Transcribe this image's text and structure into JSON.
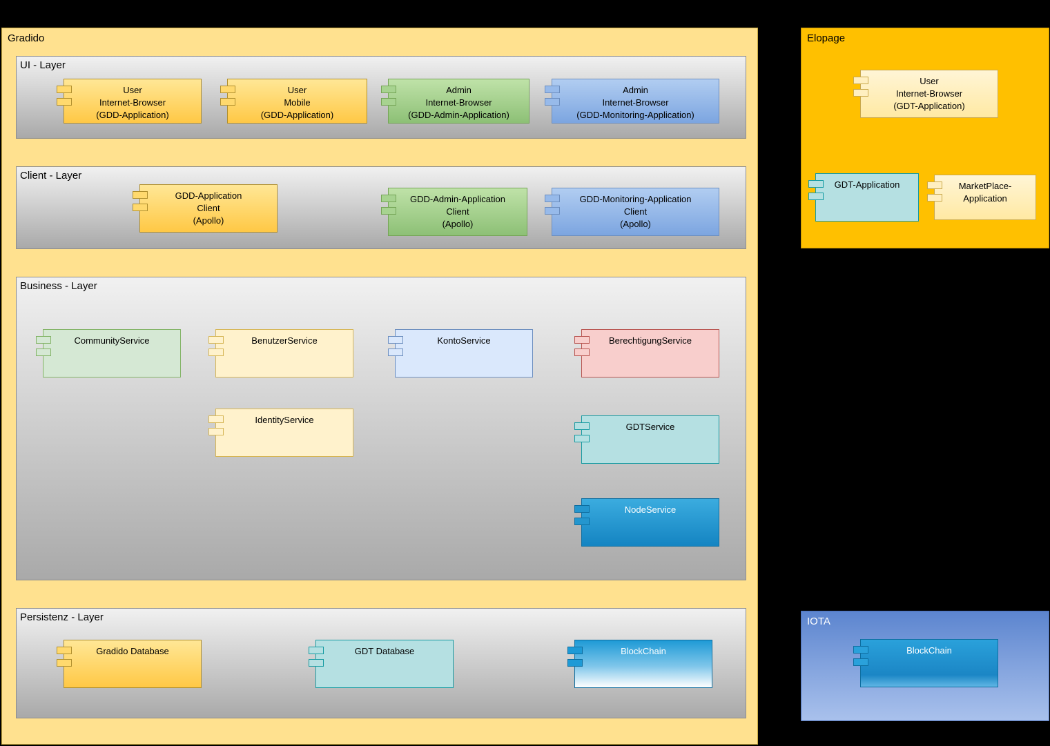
{
  "gradido": {
    "label": "Gradido",
    "layers": {
      "ui": {
        "label": "UI - Layer"
      },
      "client": {
        "label": "Client - Layer"
      },
      "business": {
        "label": "Business - Layer"
      },
      "persistenz": {
        "label": "Persistenz - Layer"
      }
    },
    "components": {
      "user_browser": {
        "label": "User\nInternet-Browser\n(GDD-Application)"
      },
      "user_mobile": {
        "label": "User\nMobile\n(GDD-Application)"
      },
      "admin_browser": {
        "label": "Admin\nInternet-Browser\n(GDD-Admin-Application)"
      },
      "admin_monitoring_browser": {
        "label": "Admin\nInternet-Browser\n(GDD-Monitoring-Application)"
      },
      "gdd_client": {
        "label": "GDD-Application\nClient\n(Apollo)"
      },
      "gdd_admin_client": {
        "label": "GDD-Admin-Application\nClient\n(Apollo)"
      },
      "gdd_monitoring_client": {
        "label": "GDD-Monitoring-Application\nClient\n(Apollo)"
      },
      "community_service": {
        "label": "CommunityService"
      },
      "benutzer_service": {
        "label": "BenutzerService"
      },
      "konto_service": {
        "label": "KontoService"
      },
      "berechtigung_service": {
        "label": "BerechtigungService"
      },
      "identity_service": {
        "label": "IdentityService"
      },
      "gdt_service": {
        "label": "GDTService"
      },
      "node_service": {
        "label": "NodeService"
      },
      "gradido_database": {
        "label": "Gradido Database"
      },
      "gdt_database": {
        "label": "GDT Database"
      },
      "blockchain": {
        "label": "BlockChain"
      }
    }
  },
  "elopage": {
    "label": "Elopage",
    "components": {
      "user_browser_gdt": {
        "label": "User\nInternet-Browser\n(GDT-Application)"
      },
      "gdt_application": {
        "label": "GDT-Application"
      },
      "marketplace_application": {
        "label": "MarketPlace-\nApplication"
      }
    }
  },
  "iota": {
    "label": "IOTA",
    "components": {
      "blockchain": {
        "label": "BlockChain"
      }
    }
  },
  "colors": {
    "canvas_background": "#000000",
    "gradido_fill": "#FFE18F",
    "elopage_fill": "#FFC000",
    "iota_fill_top": "#5C85CF",
    "iota_fill_bottom": "#A9C1EC",
    "layer_fill_top": "#F1F1F1",
    "layer_fill_bottom": "#A9A9A9",
    "yellow_component": "#FFD966",
    "green_component": "#93C47D",
    "blue_component": "#7CA5E0",
    "green_flat": "#D5E8D4",
    "cream_flat": "#FFF2CC",
    "lightblue_flat": "#DAE8FC",
    "pink_flat": "#F8CECC",
    "teal_flat": "#B5E0E2",
    "node_blue": "#1E9AD6",
    "blockchain_blue": "#2AA1DB"
  }
}
